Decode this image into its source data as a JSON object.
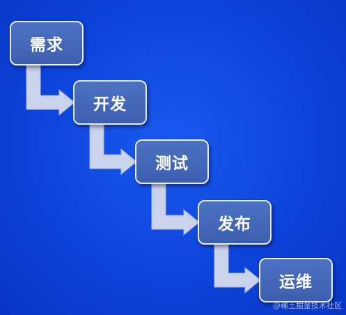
{
  "stages": [
    {
      "label": "需求"
    },
    {
      "label": "开发"
    },
    {
      "label": "测试"
    },
    {
      "label": "发布"
    },
    {
      "label": "运维"
    }
  ],
  "watermark": "@稀土掘金技术社区",
  "colors": {
    "background": "#0d44db",
    "box_fill": "#4468b8",
    "box_border": "#e9ecf7",
    "arrow_fill": "#c9d3ec"
  }
}
